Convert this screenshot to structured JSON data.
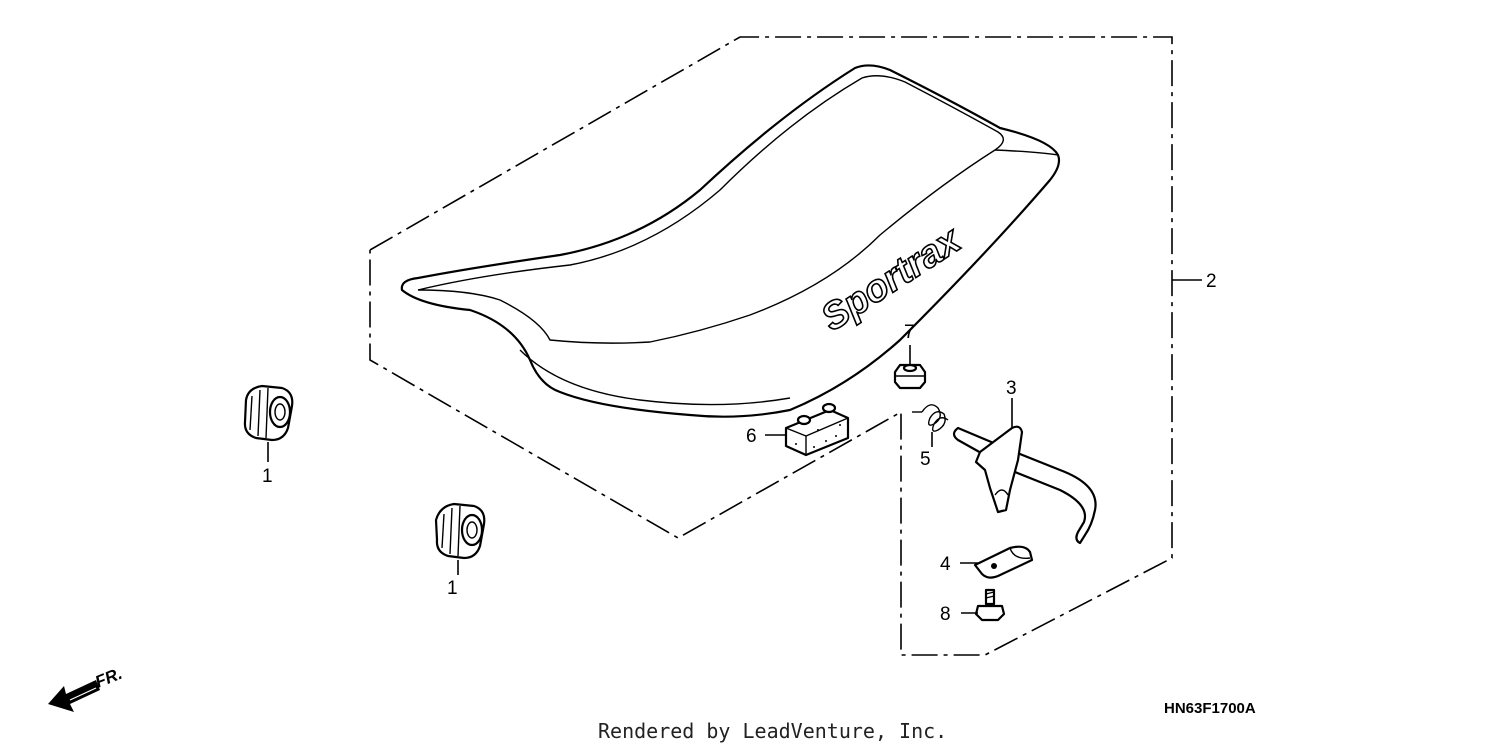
{
  "diagram": {
    "callouts": {
      "c1a": "1",
      "c1b": "1",
      "c2": "2",
      "c3": "3",
      "c4": "4",
      "c5": "5",
      "c6": "6",
      "c7": "7",
      "c8": "8"
    },
    "seat_logo_text": "Sportrax",
    "front_indicator": "FR.",
    "diagram_code": "HN63F1700A",
    "footer": "Rendered by LeadVenture, Inc."
  }
}
